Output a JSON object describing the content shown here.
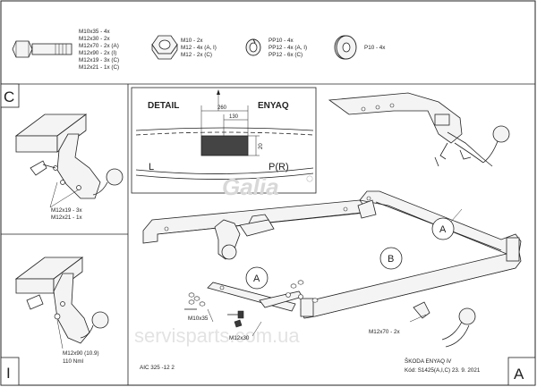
{
  "bolts": {
    "items": [
      "M10x35 - 4x",
      "M12x30 - 2x",
      "M12x70 - 2x (A)",
      "M12x90 - 2x (I)",
      "M12x19 - 3x (C)",
      "M12x21 - 1x (C)"
    ]
  },
  "nuts": {
    "items": [
      "M10 - 2x",
      "M12 - 4x (A, I)",
      "M12 - 2x (C)"
    ]
  },
  "lock_washers": {
    "items": [
      "PP10 - 4x",
      "PP12 - 4x (A, I)",
      "PP12 - 6x (C)"
    ]
  },
  "washers": {
    "items": [
      "P10 - 4x"
    ]
  },
  "detail": {
    "title_left": "DETAIL",
    "title_right": "ENYAQ",
    "dim_260": "260",
    "dim_130": "130",
    "dim_20": "20",
    "label_l": "L",
    "label_pr": "P(R)"
  },
  "panel_c": {
    "letter": "C",
    "bolt_1": "M12x19 - 3x",
    "bolt_2": "M12x21 - 1x"
  },
  "panel_i": {
    "letter": "I",
    "bolt": "M12x90 (10.9)",
    "torque": "110 Nml"
  },
  "panel_a": {
    "letter": "A",
    "callouts": [
      "A",
      "B",
      "A"
    ],
    "bolt_m10": "M10x35",
    "bolt_m12_30": "M12x30",
    "bolt_m12_70": "M12x70 - 2x"
  },
  "brand": {
    "logo": "Galia",
    "watermark": "servisparts.com.ua"
  },
  "footer": {
    "code": "AIC 325 -12 2",
    "model": "ŠKODA ENYAQ iV",
    "kod": "Kód: S1425(A,I,C)  23. 9. 2021"
  }
}
